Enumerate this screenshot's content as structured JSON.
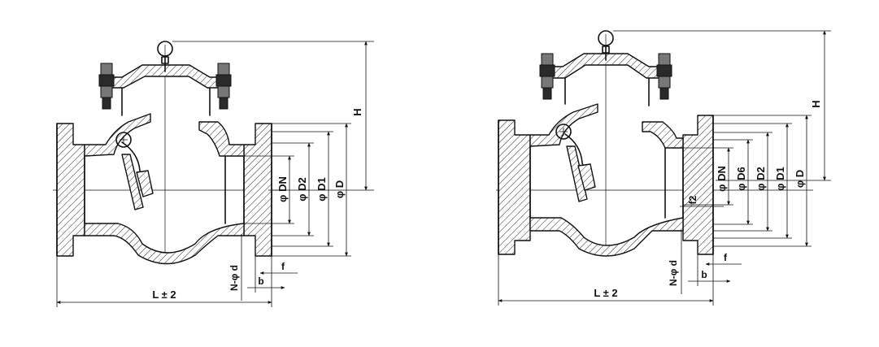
{
  "left_view": {
    "labels": {
      "H": "H",
      "DN": "φ DN",
      "D2": "φ D2",
      "D1": "φ D1",
      "D": "φ D",
      "L": "L ± 2",
      "Nd": "N-φ d",
      "b": "b",
      "f": "f"
    }
  },
  "right_view": {
    "labels": {
      "H": "H",
      "DN": "φ DN",
      "D6": "φ D6",
      "D2": "φ D2",
      "D1": "φ D1",
      "D": "φ D",
      "f2": "f2",
      "L": "L ± 2",
      "Nd": "N-φ d",
      "b": "b",
      "f": "f"
    }
  }
}
